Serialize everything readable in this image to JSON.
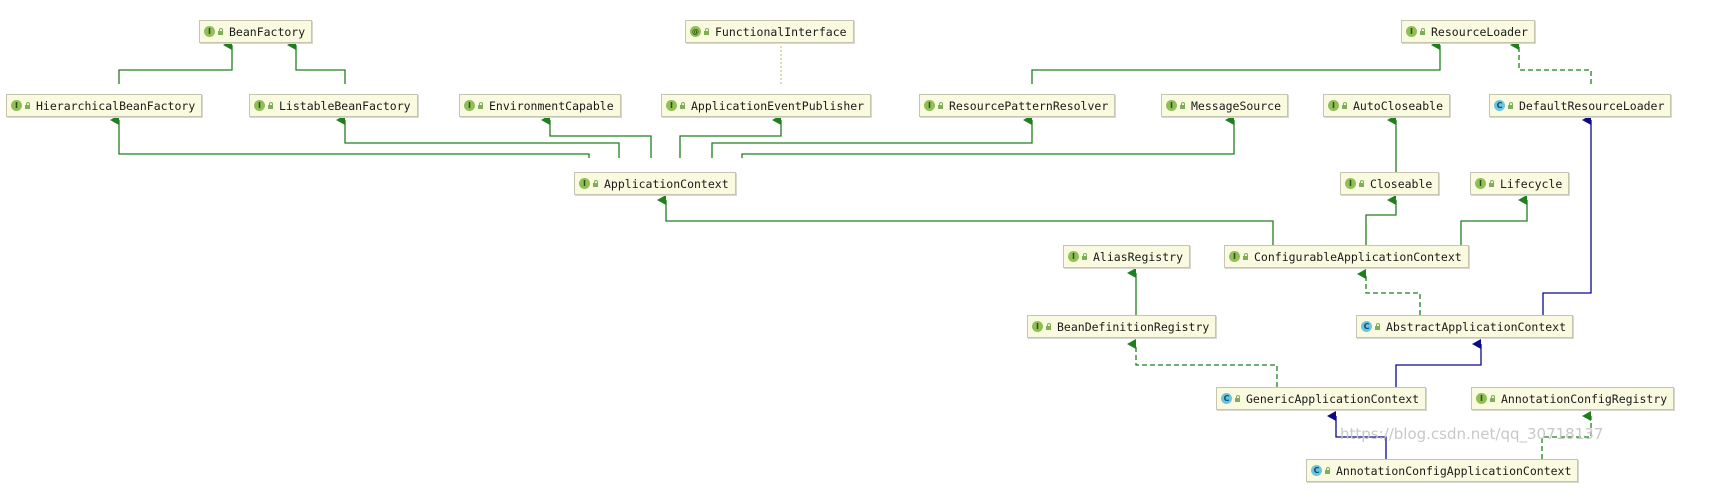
{
  "nodes": {
    "bean_factory": {
      "label": "BeanFactory",
      "kind": "I"
    },
    "functional_interface": {
      "label": "FunctionalInterface",
      "kind": "@"
    },
    "resource_loader": {
      "label": "ResourceLoader",
      "kind": "I"
    },
    "hierarchical_bean_factory": {
      "label": "HierarchicalBeanFactory",
      "kind": "I"
    },
    "listable_bean_factory": {
      "label": "ListableBeanFactory",
      "kind": "I"
    },
    "environment_capable": {
      "label": "EnvironmentCapable",
      "kind": "I"
    },
    "application_event_publisher": {
      "label": "ApplicationEventPublisher",
      "kind": "I"
    },
    "resource_pattern_resolver": {
      "label": "ResourcePatternResolver",
      "kind": "I"
    },
    "message_source": {
      "label": "MessageSource",
      "kind": "I"
    },
    "auto_closeable": {
      "label": "AutoCloseable",
      "kind": "I"
    },
    "default_resource_loader": {
      "label": "DefaultResourceLoader",
      "kind": "C"
    },
    "application_context": {
      "label": "ApplicationContext",
      "kind": "I"
    },
    "closeable": {
      "label": "Closeable",
      "kind": "I"
    },
    "lifecycle": {
      "label": "Lifecycle",
      "kind": "I"
    },
    "alias_registry": {
      "label": "AliasRegistry",
      "kind": "I"
    },
    "configurable_application_context": {
      "label": "ConfigurableApplicationContext",
      "kind": "I"
    },
    "bean_definition_registry": {
      "label": "BeanDefinitionRegistry",
      "kind": "I"
    },
    "abstract_application_context": {
      "label": "AbstractApplicationContext",
      "kind": "C"
    },
    "generic_application_context": {
      "label": "GenericApplicationContext",
      "kind": "C"
    },
    "annotation_config_registry": {
      "label": "AnnotationConfigRegistry",
      "kind": "I"
    },
    "annotation_config_application_context": {
      "label": "AnnotationConfigApplicationContext",
      "kind": "C"
    }
  },
  "watermark": "https://blog.csdn.net/qq_30718137",
  "colors": {
    "extends_interface": "#1f7f1f",
    "extends_class": "#0b0b8a",
    "annotation_link": "#c9c98a",
    "node_fill": "#fafae1",
    "node_border": "#c6c6b0"
  }
}
